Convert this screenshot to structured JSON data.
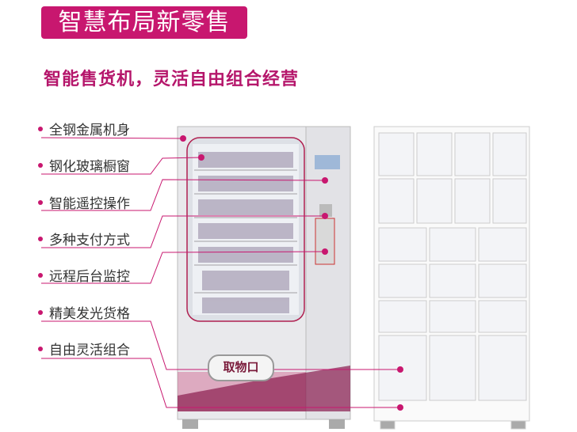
{
  "header": {
    "title": "智慧布局新零售",
    "subtitle": "智能售货机，灵活自由组合经营"
  },
  "features": [
    {
      "label": "全钢金属机身"
    },
    {
      "label": "钢化玻璃橱窗"
    },
    {
      "label": "智能遥控操作"
    },
    {
      "label": "多种支付方式"
    },
    {
      "label": "远程后台监控"
    },
    {
      "label": "精美发光货格"
    },
    {
      "label": "自由灵活组合"
    }
  ],
  "machine": {
    "pickup_label": "取物口"
  },
  "colors": {
    "accent": "#c8176f",
    "text": "#333333"
  }
}
